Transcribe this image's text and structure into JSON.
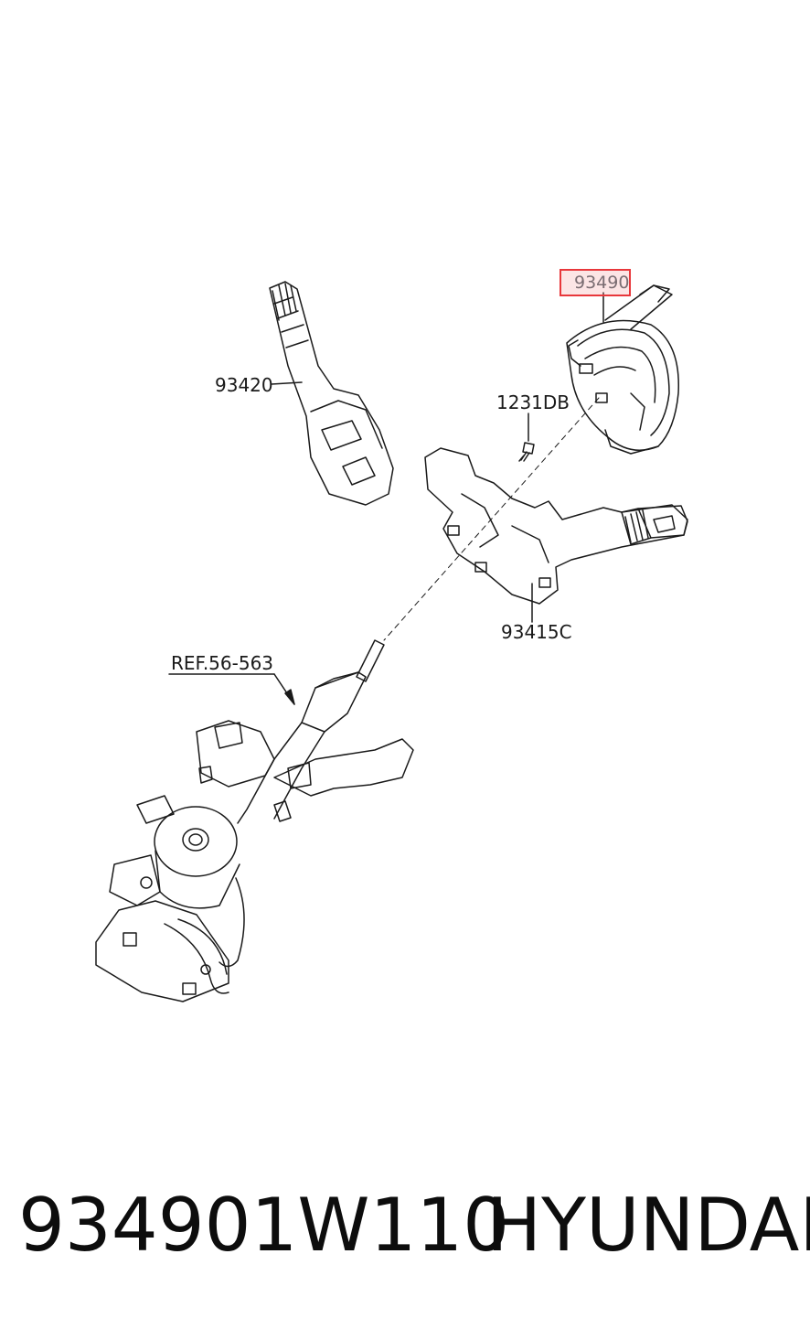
{
  "callouts": {
    "clock_spring": "93490",
    "wiper_switch": "93420",
    "screw": "1231DB",
    "light_switch_assy": "93415C",
    "column_ref": "REF.56-563"
  },
  "footer": {
    "part_number": "934901W110",
    "brand": "HYUNDAI"
  },
  "colors": {
    "highlight": "#e8373b",
    "line_art": "#1a1a1a"
  }
}
